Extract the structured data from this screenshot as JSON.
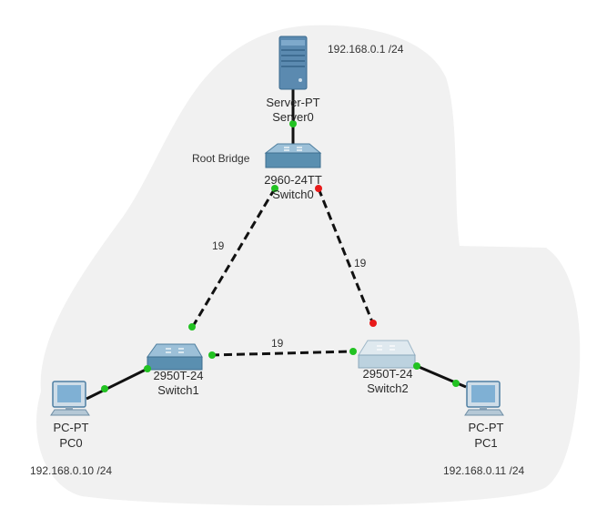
{
  "server": {
    "model": "Server-PT",
    "name": "Server0",
    "ip": "192.168.0.1 /24"
  },
  "switch0": {
    "model": "2960-24TT",
    "name": "Switch0",
    "note": "Root Bridge"
  },
  "switch1": {
    "model": "2950T-24",
    "name": "Switch1"
  },
  "switch2": {
    "model": "2950T-24",
    "name": "Switch2"
  },
  "pc0": {
    "model": "PC-PT",
    "name": "PC0",
    "ip": "192.168.0.10 /24"
  },
  "pc1": {
    "model": "PC-PT",
    "name": "PC1",
    "ip": "192.168.0.11 /24"
  },
  "links": {
    "sw0_sw1_cost": "19",
    "sw0_sw2_cost": "19",
    "sw1_sw2_cost": "19"
  },
  "colors": {
    "port_up": "#22c222",
    "port_blocked": "#e81a1a",
    "cable": "#111111",
    "switch_body": "#5a8fb0",
    "server_body": "#5b8ab0",
    "background_blob": "#f2f2f2"
  }
}
